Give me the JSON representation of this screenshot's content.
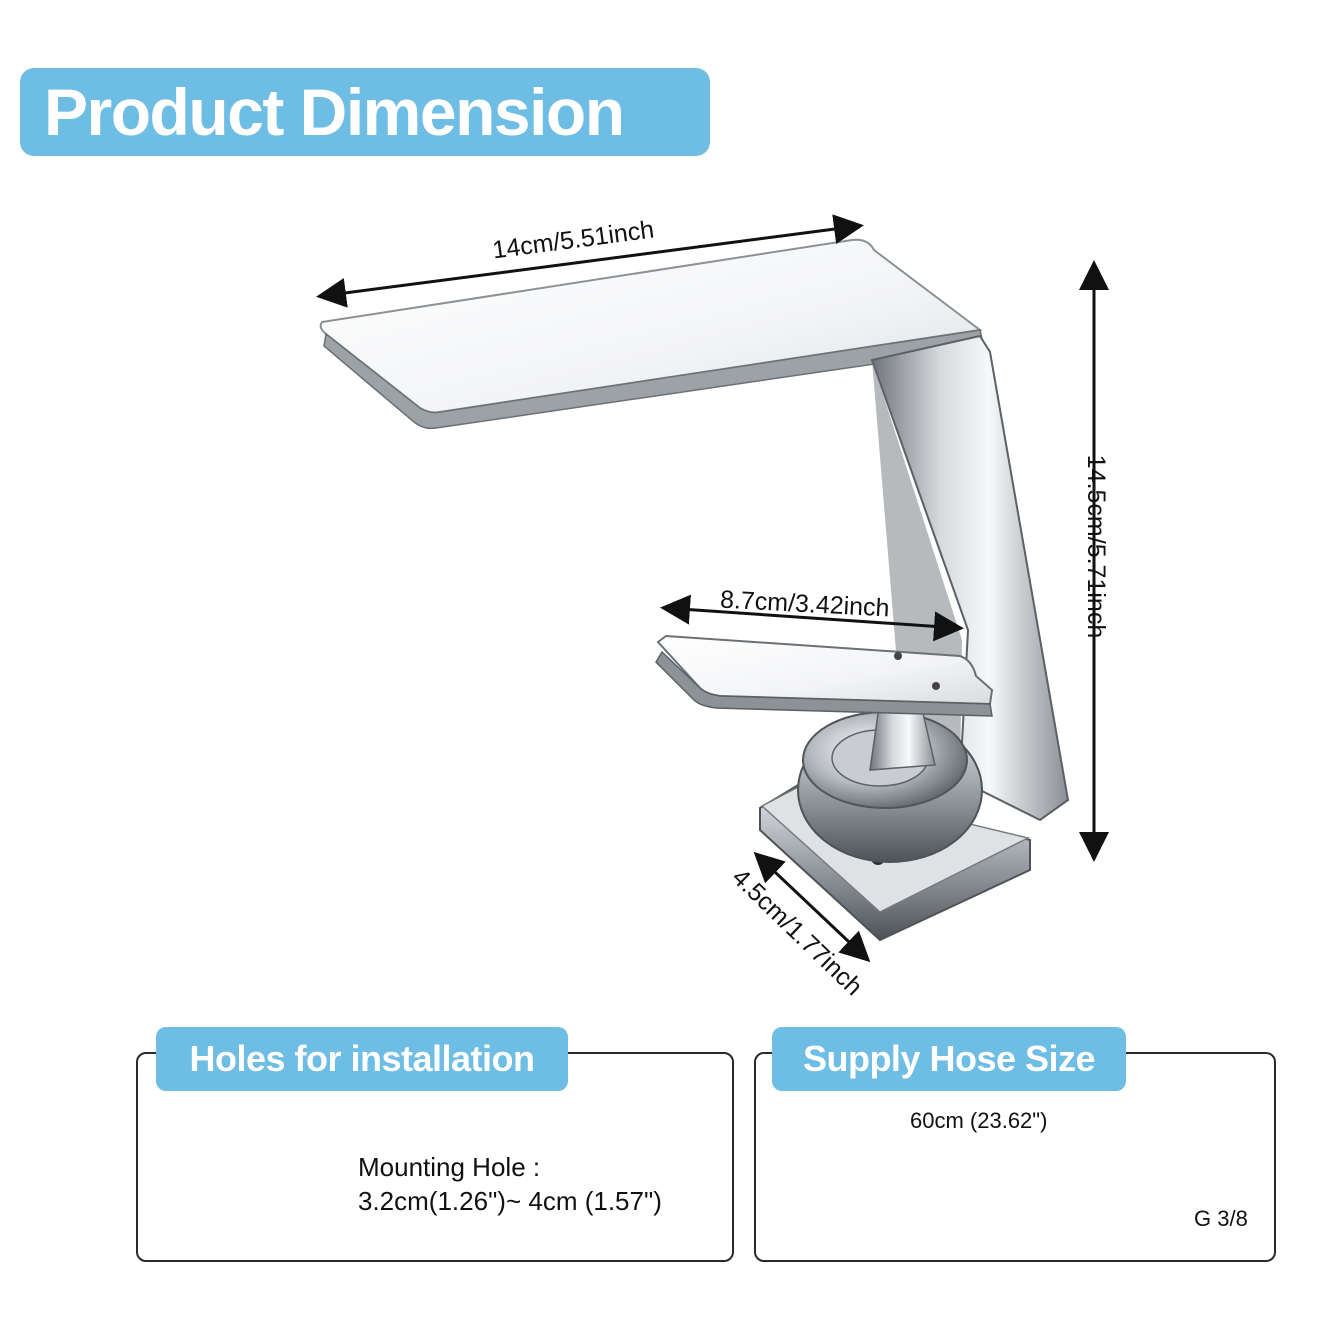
{
  "title": "Product Dimension",
  "dimensions": {
    "spout_length": "14cm/5.51inch",
    "height": "14.5cm/5.71inch",
    "handle_length": "8.7cm/3.42inch",
    "base_depth": "4.5cm/1.77inch"
  },
  "holes_panel": {
    "title": "Holes for installation",
    "label_line1": "Mounting Hole :",
    "label_line2": "3.2cm(1.26\")~ 4cm (1.57\")"
  },
  "hose_panel": {
    "title": "Supply Hose Size",
    "length": "60cm (23.62\")",
    "thread": "G 3/8"
  },
  "colors": {
    "accent": "#6dbde4",
    "arrow_cyan": "#28b8e8",
    "chrome_dark": "#555a60",
    "hole_fill": "#555555"
  }
}
